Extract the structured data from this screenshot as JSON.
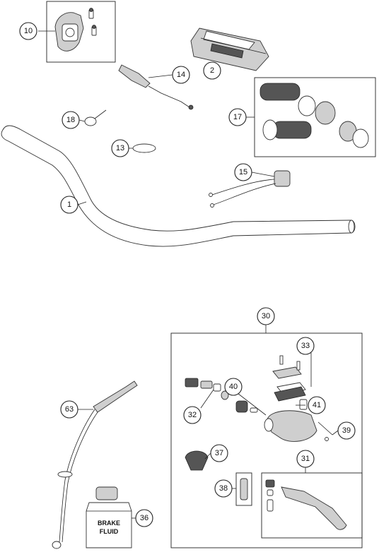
{
  "callouts": [
    {
      "id": "10",
      "label": "10"
    },
    {
      "id": "2",
      "label": "2"
    },
    {
      "id": "14",
      "label": "14"
    },
    {
      "id": "17",
      "label": "17"
    },
    {
      "id": "18",
      "label": "18"
    },
    {
      "id": "13",
      "label": "13"
    },
    {
      "id": "15",
      "label": "15"
    },
    {
      "id": "1",
      "label": "1"
    },
    {
      "id": "30",
      "label": "30"
    },
    {
      "id": "33",
      "label": "33"
    },
    {
      "id": "40",
      "label": "40"
    },
    {
      "id": "32",
      "label": "32"
    },
    {
      "id": "41",
      "label": "41"
    },
    {
      "id": "39",
      "label": "39"
    },
    {
      "id": "63",
      "label": "63"
    },
    {
      "id": "37",
      "label": "37"
    },
    {
      "id": "31",
      "label": "31"
    },
    {
      "id": "38",
      "label": "38"
    },
    {
      "id": "36",
      "label": "36"
    }
  ],
  "fluid_bottle": {
    "line1": "BRAKE",
    "line2": "FLUID"
  },
  "colors": {
    "ink": "#222222",
    "part_fill": "#ffffff",
    "shade": "#cfcfcf"
  }
}
